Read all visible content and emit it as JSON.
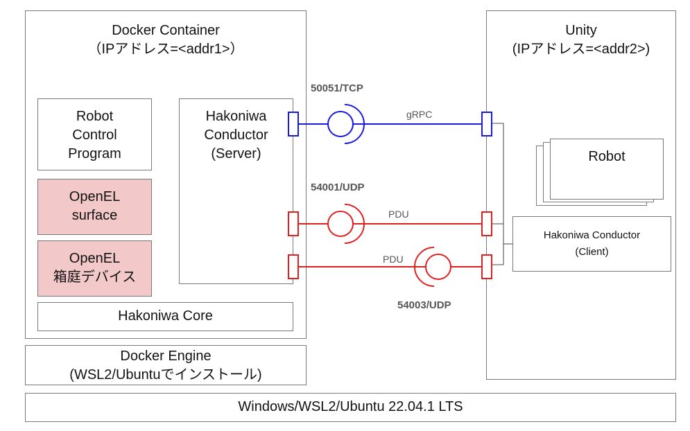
{
  "docker_container": {
    "title": "Docker Container",
    "subtitle": "（IPアドレス=<addr1>）"
  },
  "unity": {
    "title": "Unity",
    "subtitle": "(IPアドレス=<addr2>)"
  },
  "robot_control": {
    "line1": "Robot",
    "line2": "Control",
    "line3": "Program"
  },
  "openel_surface": {
    "line1": "OpenEL",
    "line2": "surface"
  },
  "openel_device": {
    "line1": "OpenEL",
    "line2": "箱庭デバイス"
  },
  "conductor_server": {
    "line1": "Hakoniwa",
    "line2": "Conductor",
    "line3": "(Server)"
  },
  "hakoniwa_core": {
    "label": "Hakoniwa Core"
  },
  "docker_engine": {
    "line1": "Docker Engine",
    "line2": "(WSL2/Ubuntuでインストール)"
  },
  "os_bar": {
    "label": "Windows/WSL2/Ubuntu 22.04.1 LTS"
  },
  "robot": {
    "label": "Robot"
  },
  "conductor_client": {
    "line1": "Hakoniwa Conductor",
    "line2": "(Client)"
  },
  "links": [
    {
      "port": "50051/TCP",
      "protocol": "gRPC",
      "color": "#1a1adf"
    },
    {
      "port": "54001/UDP",
      "protocol": "PDU",
      "color": "#e0201f"
    },
    {
      "port": "54003/UDP",
      "protocol": "PDU",
      "color": "#e0201f"
    }
  ]
}
